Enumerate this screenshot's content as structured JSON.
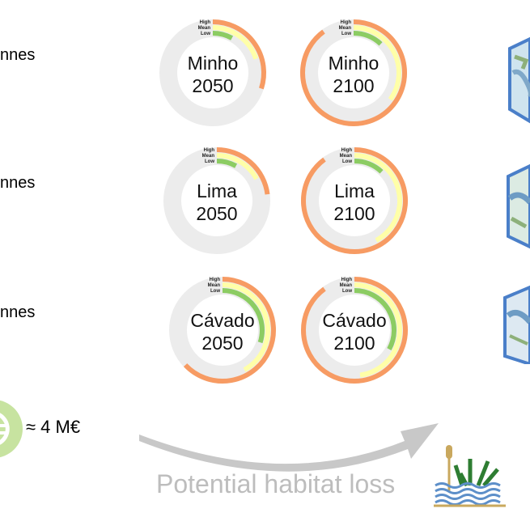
{
  "side_labels": [
    "nnes",
    "nnes",
    "nnes"
  ],
  "rings": [
    {
      "river": "Minho",
      "year": "2050",
      "low": 0.08,
      "mean": 0.2,
      "high": 0.3
    },
    {
      "river": "Minho",
      "year": "2100",
      "low": 0.12,
      "mean": 0.35,
      "high": 0.9
    },
    {
      "river": "Lima",
      "year": "2050",
      "low": 0.08,
      "mean": 0.17,
      "high": 0.23
    },
    {
      "river": "Lima",
      "year": "2100",
      "low": 0.12,
      "mean": 0.42,
      "high": 0.9
    },
    {
      "river": "Cávado",
      "year": "2050",
      "low": 0.3,
      "mean": 0.42,
      "high": 0.63
    },
    {
      "river": "Cávado",
      "year": "2100",
      "low": 0.33,
      "mean": 0.48,
      "high": 0.9
    }
  ],
  "ring_labels": {
    "high": "High",
    "mean": "Mean",
    "low": "Low"
  },
  "cost_label": "≈ 4 M€",
  "habitat_label": "Potential habitat loss",
  "colors": {
    "track": "#ececec",
    "high": "#f79b63",
    "mean": "#ffffa8",
    "low": "#8ccc63",
    "arrow": "#c8c8c8",
    "euro_circle": "#c7e3a0",
    "map_border": "#4a7fc9"
  }
}
